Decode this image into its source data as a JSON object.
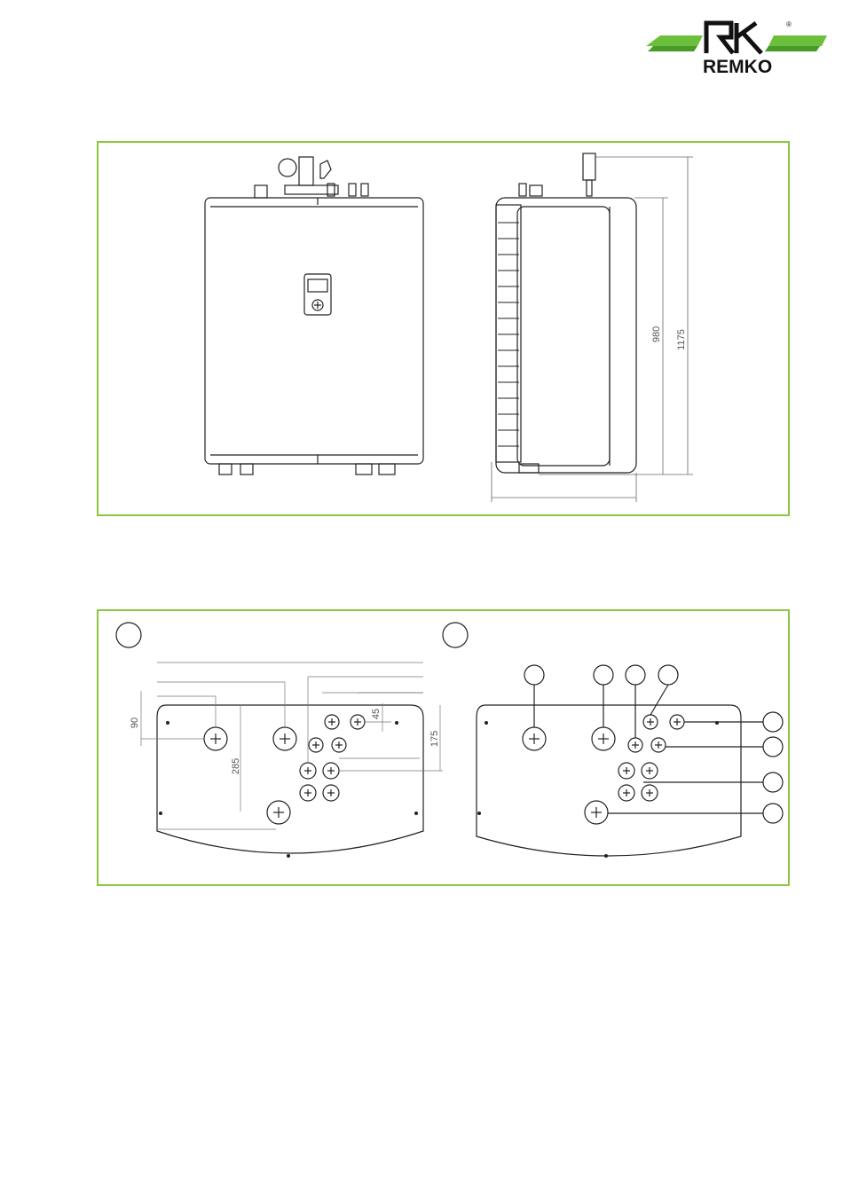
{
  "brand": {
    "name": "REMKO",
    "registered_mark": "®"
  },
  "side_view": {
    "height_total": "1175",
    "height_body": "980"
  },
  "base_view": {
    "dim_90": "90",
    "dim_45": "45",
    "dim_175": "175",
    "dim_285": "285"
  }
}
